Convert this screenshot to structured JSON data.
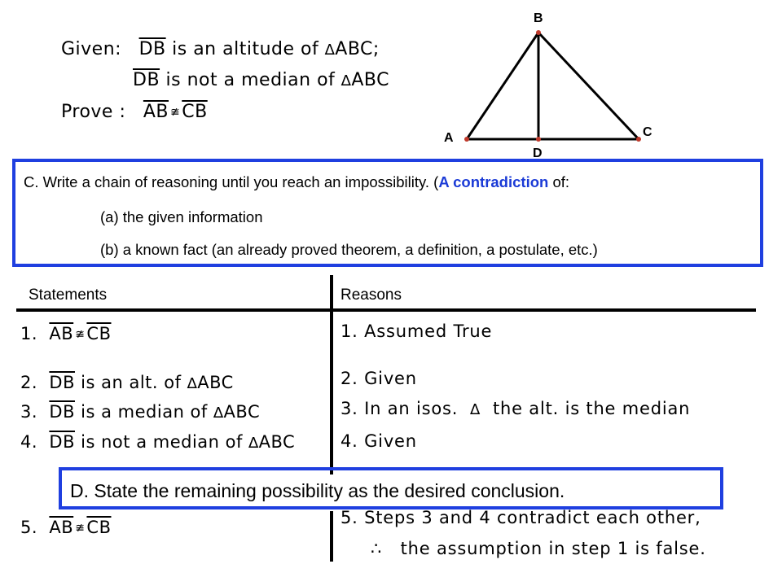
{
  "given": {
    "label": "Given:",
    "seg_db": "DB",
    "line1_rest": "is  an  altitude  of",
    "tri1": "ABC;",
    "line2_rest": "is  not  a  median  of",
    "tri2": "ABC",
    "prove_label": "Prove :",
    "seg_ab": "AB",
    "seg_cb": "CB",
    "not_congruent": "≇"
  },
  "triangle": {
    "vertex_a": "A",
    "vertex_b": "B",
    "vertex_c": "C",
    "vertex_d": "D"
  },
  "box_c": {
    "line1_prefix": "C.  Write a chain of reasoning until you reach an impossibility.  (",
    "line1_emph": "A contradiction",
    "line1_suffix": " of:",
    "line2": "(a)  the given information",
    "line3": "(b)  a known fact (an already proved theorem, a definition, a postulate, etc.)"
  },
  "table": {
    "statements_header": "Statements",
    "reasons_header": "Reasons",
    "statements": [
      {
        "num": "1.",
        "seg1": "AB",
        "rel": "≇",
        "seg2": "CB"
      },
      {
        "num": "2.",
        "seg": "DB",
        "rest": "is  an  alt.  of",
        "tri": "ABC"
      },
      {
        "num": "3.",
        "seg": "DB",
        "rest": "is  a  median  of",
        "tri": "ABC"
      },
      {
        "num": "4.",
        "seg": "DB",
        "rest": "is  not  a  median  of",
        "tri": "ABC"
      },
      {
        "num": "5.",
        "seg1": "AB",
        "rel": "≇",
        "seg2": "CB"
      }
    ],
    "reasons": {
      "r1": "1.  Assumed  True",
      "r2": "2.  Given",
      "r3_prefix": "3.  In  an  isos.",
      "r3_suffix": "the  alt.  is  the  median",
      "r4": "4.  Given",
      "r5_line1": "5.  Steps  3  and  4  contradict  each  other,",
      "r5_therefore": "∴",
      "r5_line2": "the  assumption  in  step  1  is  false."
    }
  },
  "box_d": {
    "text": "D.  State the remaining possibility as the desired conclusion."
  },
  "colors": {
    "box_border": "#1f3fe0",
    "emphasis": "#1a3ad6",
    "vertex_dot": "#c0392b"
  }
}
